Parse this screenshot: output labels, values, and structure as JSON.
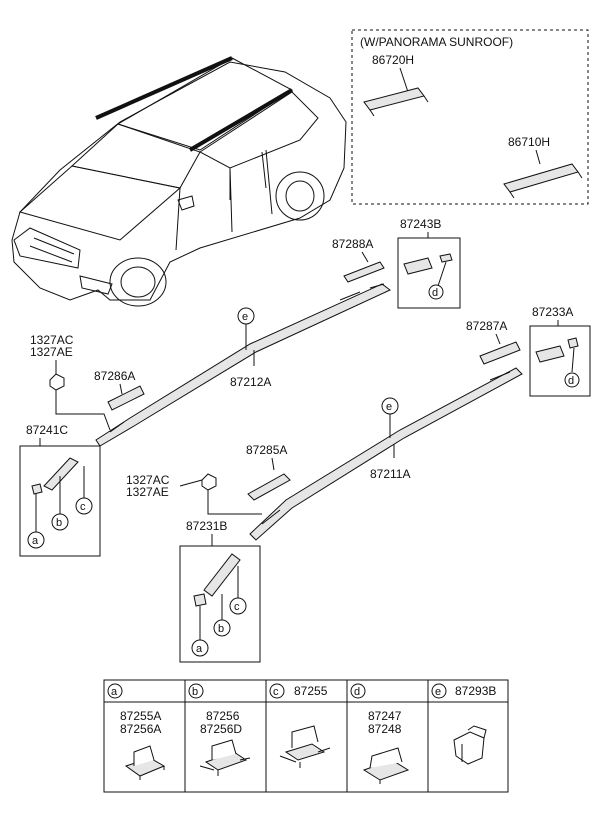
{
  "panorama_box": {
    "title": "(W/PANORAMA SUNROOF)",
    "part_upper": "86720H",
    "part_lower": "86710H"
  },
  "parts": {
    "p87243B": "87243B",
    "p87288A": "87288A",
    "p87233A": "87233A",
    "p87287A": "87287A",
    "p87212A": "87212A",
    "p87211A": "87211A",
    "p87286A": "87286A",
    "p87285A": "87285A",
    "p87241C": "87241C",
    "p87231B": "87231B",
    "bolt_upper_1": "1327AC",
    "bolt_upper_2": "1327AE",
    "bolt_lower_1": "1327AC",
    "bolt_lower_2": "1327AE"
  },
  "callouts": {
    "a": "a",
    "b": "b",
    "c": "c",
    "d": "d",
    "e": "e"
  },
  "legend": {
    "headers": [
      {
        "letter": "a",
        "part": ""
      },
      {
        "letter": "b",
        "part": ""
      },
      {
        "letter": "c",
        "part": "87255"
      },
      {
        "letter": "d",
        "part": ""
      },
      {
        "letter": "e",
        "part": "87293B"
      }
    ],
    "cells": [
      {
        "line1": "87255A",
        "line2": "87256A"
      },
      {
        "line1": "87256",
        "line2": "87256D"
      },
      {
        "line1": "",
        "line2": ""
      },
      {
        "line1": "87247",
        "line2": "87248"
      },
      {
        "line1": "",
        "line2": ""
      }
    ]
  }
}
